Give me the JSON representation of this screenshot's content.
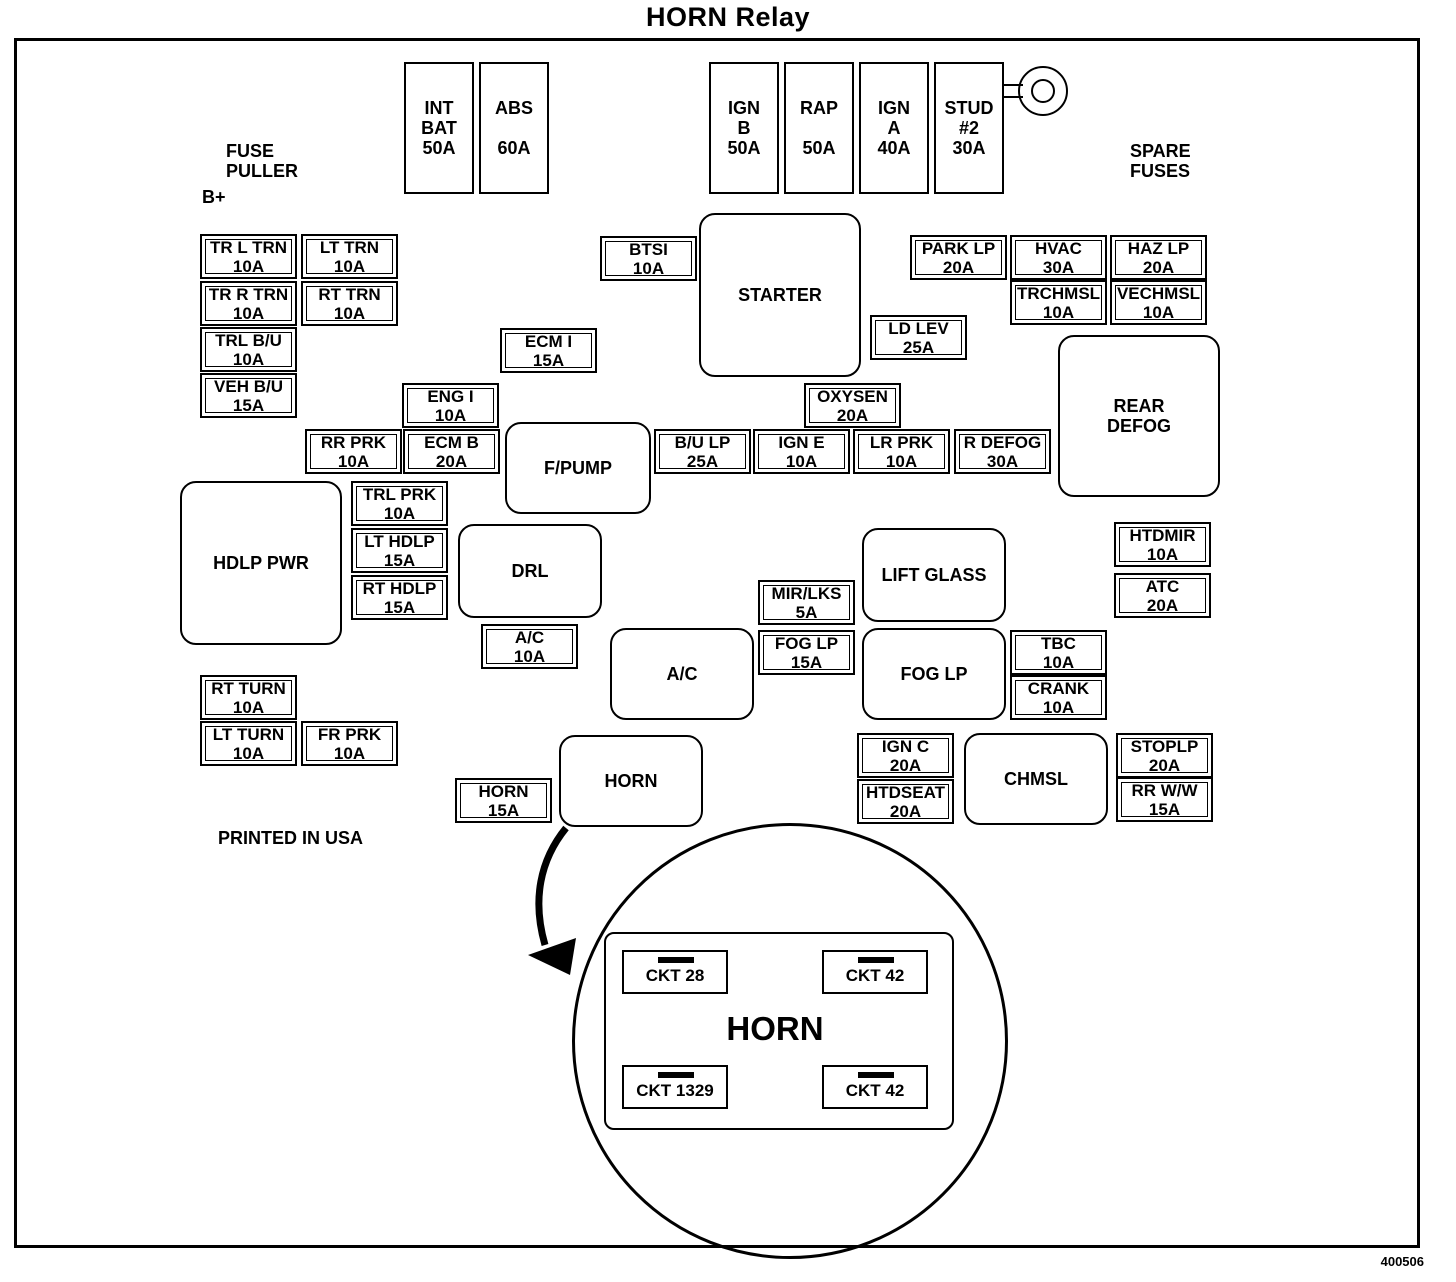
{
  "title": "HORN Relay",
  "labels": {
    "fuse_puller": "FUSE\nPULLER",
    "b_plus": "B+",
    "spare_fuses": "SPARE\nFUSES",
    "printed": "PRINTED IN USA",
    "figure_number": "400506"
  },
  "maxi_fuses": {
    "int_bat": "INT\nBAT\n50A",
    "abs": "ABS\n\n60A",
    "ign_b": "IGN\nB\n50A",
    "rap": "RAP\n\n50A",
    "ign_a": "IGN\nA\n40A",
    "stud2": "STUD\n#2\n30A"
  },
  "fuses": {
    "tr_l_trn": [
      "TR L TRN",
      "10A"
    ],
    "lt_trn": [
      "LT TRN",
      "10A"
    ],
    "tr_r_trn": [
      "TR R TRN",
      "10A"
    ],
    "rt_trn": [
      "RT TRN",
      "10A"
    ],
    "trl_bu": [
      "TRL B/U",
      "10A"
    ],
    "veh_bu": [
      "VEH B/U",
      "15A"
    ],
    "btsi": [
      "BTSI",
      "10A"
    ],
    "ecm_i": [
      "ECM I",
      "15A"
    ],
    "eng_i": [
      "ENG I",
      "10A"
    ],
    "rr_prk": [
      "RR PRK",
      "10A"
    ],
    "ecm_b": [
      "ECM B",
      "20A"
    ],
    "park_lp": [
      "PARK LP",
      "20A"
    ],
    "hvac": [
      "HVAC",
      "30A"
    ],
    "haz_lp": [
      "HAZ LP",
      "20A"
    ],
    "trchmsl": [
      "TRCHMSL",
      "10A"
    ],
    "vechmsl": [
      "VECHMSL",
      "10A"
    ],
    "ld_lev": [
      "LD LEV",
      "25A"
    ],
    "oxysen": [
      "OXYSEN",
      "20A"
    ],
    "bu_lp": [
      "B/U LP",
      "25A"
    ],
    "ign_e": [
      "IGN E",
      "10A"
    ],
    "lr_prk": [
      "LR PRK",
      "10A"
    ],
    "r_defog": [
      "R DEFOG",
      "30A"
    ],
    "trl_prk": [
      "TRL PRK",
      "10A"
    ],
    "lt_hdlp": [
      "LT HDLP",
      "15A"
    ],
    "rt_hdlp": [
      "RT HDLP",
      "15A"
    ],
    "ac_fuse": [
      "A/C",
      "10A"
    ],
    "htdmir": [
      "HTDMIR",
      "10A"
    ],
    "atc": [
      "ATC",
      "20A"
    ],
    "mir_lks": [
      "MIR/LKS",
      "5A"
    ],
    "fog_lp_fuse": [
      "FOG LP",
      "15A"
    ],
    "tbc": [
      "TBC",
      "10A"
    ],
    "crank": [
      "CRANK",
      "10A"
    ],
    "rt_turn": [
      "RT TURN",
      "10A"
    ],
    "lt_turn": [
      "LT TURN",
      "10A"
    ],
    "fr_prk": [
      "FR PRK",
      "10A"
    ],
    "ign_c": [
      "IGN C",
      "20A"
    ],
    "htdseat": [
      "HTDSEAT",
      "20A"
    ],
    "stoplp": [
      "STOPLP",
      "20A"
    ],
    "rr_ww": [
      "RR W/W",
      "15A"
    ],
    "horn_fuse": [
      "HORN",
      "15A"
    ]
  },
  "relays": {
    "starter": "STARTER",
    "rear_defog": "REAR\nDEFOG",
    "fpump": "F/PUMP",
    "hdlp_pwr": "HDLP PWR",
    "drl": "DRL",
    "lift_glass": "LIFT GLASS",
    "ac": "A/C",
    "fog_lp": "FOG LP",
    "chmsl": "CHMSL",
    "horn": "HORN"
  },
  "horn_relay_detail": {
    "label": "HORN",
    "terminals": [
      "CKT 28",
      "CKT 42",
      "CKT 1329",
      "CKT 42"
    ]
  }
}
